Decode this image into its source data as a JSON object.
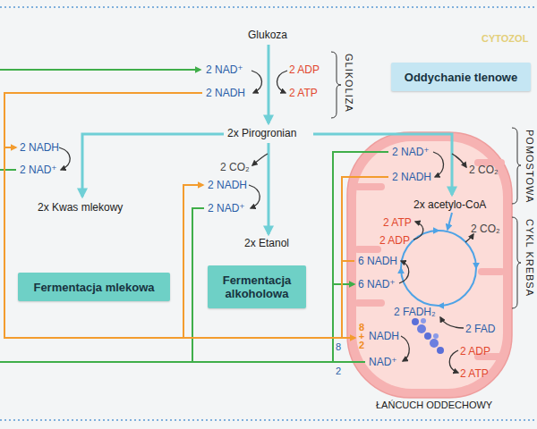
{
  "diagram": {
    "nodes": [
      {
        "text": [
          "Oddychanie tlenowe"
        ]
      },
      {
        "text": [
          "Fermentacja mlekowa"
        ]
      },
      {
        "text": [
          "Fermentacja alkoholowa"
        ]
      }
    ],
    "labels": [
      "CYTOZOL",
      "Glukoza",
      "GLIKOLIZA",
      "2 NAD⁺",
      "2 ADP",
      "2 NADH",
      "2 ATP",
      "2x Pirogronian",
      "2 NADH",
      "2 NAD⁺",
      "2x Kwas mlekowy",
      "2 CO₂",
      "2 NADH",
      "2 NAD⁺",
      "2x Etanol",
      "2 NAD⁺",
      "2 CO₂",
      "2 NADH",
      "2x acetylo-CoA",
      "2 ATP",
      "2 CO₂",
      "2 ADP",
      "6 NADH",
      "6 NAD⁺",
      "2 FADH₂",
      "2 FAD",
      "8 + 2",
      "NADH",
      "2 ADP",
      "8",
      "NAD⁺",
      "2 ATP",
      "2",
      "ŁAŃCUCH ODDECHOWY",
      "POMOSTOWA",
      "CYKL KREBSA"
    ]
  }
}
